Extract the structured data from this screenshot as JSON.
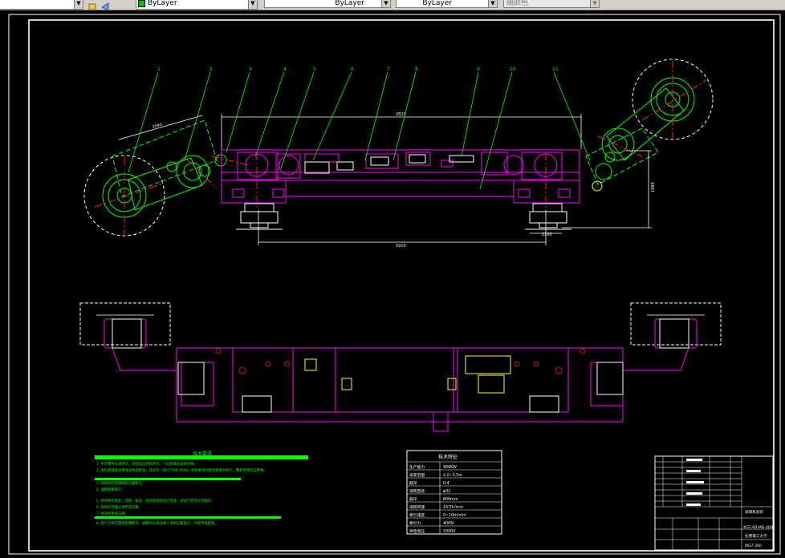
{
  "toolbar": {
    "color_combo": "ByLayer",
    "linetype_combo": "ByLayer",
    "lineweight_combo": "ByLayer",
    "plotstyle_combo": "随颜色"
  },
  "drawing": {
    "balloons": [
      "1",
      "2",
      "3",
      "4",
      "5",
      "6",
      "7",
      "8",
      "9",
      "10",
      "11"
    ],
    "dims": {
      "top_width": "2820",
      "wheelbase": "5910",
      "right_height": "1993",
      "right_small": "2200",
      "left_angle": "2040"
    },
    "notes": {
      "title": "技术要求",
      "lines": [
        "1. 所有零件必须清洁，装配前应去除毛刺、飞边及氧化皮等杂物。",
        "2. 本机减速器润滑油采用齿轮油，其标号（NBT/T4B-1998）按照要求的使用说明书执行，整机检修后应更换。",
        "3. 采取防护措施确保运输安全；",
        "4. 油路管路清洁；",
        "5. 各部件装配前，连接，紧固，密封等装配后应检查，试运行后无异常噪声。",
        "6. 各防护装置必须牢固可靠；",
        "7. 各部件接线正确；",
        "8. 电气元件应满足防爆要求，调整时必须注意人身和设备安全，严禁带电检修。"
      ]
    },
    "spec_table": {
      "title": "技术特征",
      "rows": [
        {
          "label": "生产能力",
          "value": "900KW"
        },
        {
          "label": "采高范围",
          "value": "2.2~3.5m"
        },
        {
          "label": "截深",
          "value": "0.4"
        },
        {
          "label": "滚筒直径",
          "value": "φ32"
        },
        {
          "label": "截深",
          "value": "800mm"
        },
        {
          "label": "滚筒转速",
          "value": "1470r/min"
        },
        {
          "label": "牵引速度",
          "value": "0~10m/min"
        },
        {
          "label": "牵引力",
          "value": "40KN"
        },
        {
          "label": "供电电压",
          "value": "3300V"
        }
      ]
    },
    "title_block": {
      "name": "采煤机总装",
      "code1": "XGT-AD-MG-400",
      "company": "太原理工大学",
      "code2": "MG7-300"
    }
  },
  "colors": {
    "magenta": "#ff00ff",
    "green": "#00ff00",
    "red": "#ff2020",
    "white": "#ffffff",
    "yellow": "#ffff00",
    "cyan": "#00ffff"
  }
}
